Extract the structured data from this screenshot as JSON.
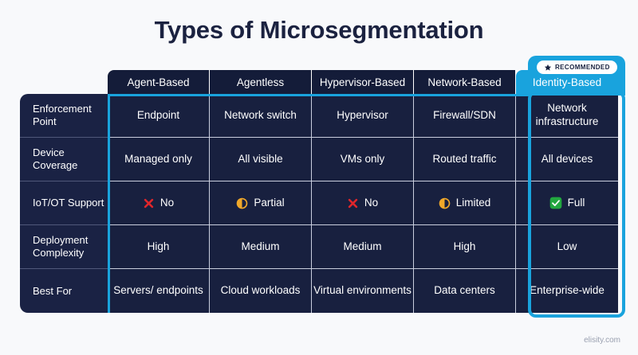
{
  "title": "Types of Microsegmentation",
  "footer": "elisity.com",
  "colors": {
    "background": "#f8f9fb",
    "title": "#1b2240",
    "accent_blue": "#19a3dd",
    "cell_navy": "#18203f",
    "header_navy": "#141c39",
    "label_navy": "#1a2244",
    "no_red": "#e0262b",
    "partial_orange": "#f0a82a",
    "full_green": "#22a73f"
  },
  "badge": {
    "label": "RECOMMENDED",
    "icon": "star-icon"
  },
  "table": {
    "corner_label": "",
    "columns": [
      {
        "id": "agent-based",
        "label": "Agent-Based",
        "highlighted": false
      },
      {
        "id": "agentless",
        "label": "Agentless",
        "highlighted": false
      },
      {
        "id": "hypervisor-based",
        "label": "Hypervisor-Based",
        "highlighted": false
      },
      {
        "id": "network-based",
        "label": "Network-Based",
        "highlighted": false
      },
      {
        "id": "identity-based",
        "label": "Identity-Based",
        "highlighted": true
      }
    ],
    "rows": [
      {
        "id": "enforcement-point",
        "label": "Enforcement Point",
        "cells": [
          {
            "text": "Endpoint",
            "icon": null
          },
          {
            "text": "Network switch",
            "icon": null
          },
          {
            "text": "Hypervisor",
            "icon": null
          },
          {
            "text": "Firewall/SDN",
            "icon": null
          },
          {
            "text": "Network infrastructure",
            "icon": null
          }
        ]
      },
      {
        "id": "device-coverage",
        "label": "Device Coverage",
        "cells": [
          {
            "text": "Managed only",
            "icon": null
          },
          {
            "text": "All visible",
            "icon": null
          },
          {
            "text": "VMs only",
            "icon": null
          },
          {
            "text": "Routed traffic",
            "icon": null
          },
          {
            "text": "All devices",
            "icon": null
          }
        ]
      },
      {
        "id": "iot-ot-support",
        "label": "IoT/OT Support",
        "cells": [
          {
            "text": "No",
            "icon": "cross-icon"
          },
          {
            "text": "Partial",
            "icon": "half-circle-icon"
          },
          {
            "text": "No",
            "icon": "cross-icon"
          },
          {
            "text": "Limited",
            "icon": "half-circle-icon"
          },
          {
            "text": "Full",
            "icon": "check-icon"
          }
        ]
      },
      {
        "id": "deployment-complexity",
        "label": "Deployment Complexity",
        "cells": [
          {
            "text": "High",
            "icon": null
          },
          {
            "text": "Medium",
            "icon": null
          },
          {
            "text": "Medium",
            "icon": null
          },
          {
            "text": "High",
            "icon": null
          },
          {
            "text": "Low",
            "icon": null
          }
        ]
      },
      {
        "id": "best-for",
        "label": "Best For",
        "cells": [
          {
            "text": "Servers/ endpoints",
            "icon": null
          },
          {
            "text": "Cloud workloads",
            "icon": null
          },
          {
            "text": "Virtual environments",
            "icon": null
          },
          {
            "text": "Data centers",
            "icon": null
          },
          {
            "text": "Enterprise-wide",
            "icon": null
          }
        ]
      }
    ]
  }
}
